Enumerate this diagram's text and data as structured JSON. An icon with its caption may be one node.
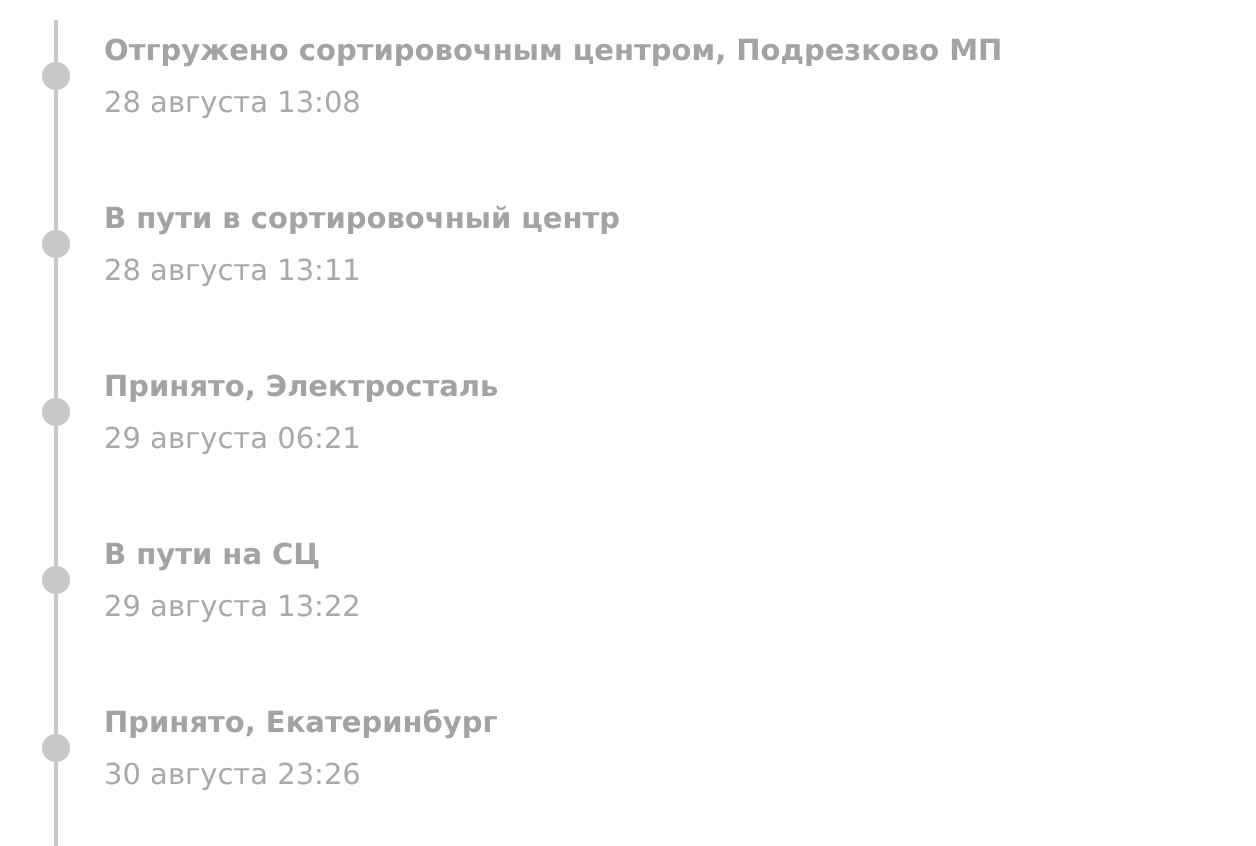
{
  "diagram": {
    "nodes": [
      {
        "text": [],
        "shape": "circle",
        "beside": [
          "Отгружено сортировочным центром, Подрезково МП",
          "28 августа 13:08"
        ]
      },
      {
        "text": [],
        "shape": "circle",
        "beside": [
          "В пути в сортировочный центр",
          "28 августа 13:11"
        ]
      },
      {
        "text": [],
        "shape": "circle",
        "beside": [
          "Принято, Электросталь",
          "29 августа 06:21"
        ]
      },
      {
        "text": [],
        "shape": "circle",
        "beside": [
          "В пути на СЦ",
          "29 августа 13:22"
        ]
      },
      {
        "text": [],
        "shape": "circle",
        "beside": [
          "Принято, Екатеринбург",
          "30 августа 23:26"
        ]
      }
    ],
    "edges": [
      {
        "from": null,
        "to": 0,
        "arrow": "none"
      },
      {
        "from": 0,
        "to": 1,
        "arrow": "none"
      },
      {
        "from": 1,
        "to": 2,
        "arrow": "none"
      },
      {
        "from": 2,
        "to": 3,
        "arrow": "none"
      },
      {
        "from": 3,
        "to": 4,
        "arrow": "none"
      },
      {
        "from": 4,
        "to": null,
        "arrow": "none"
      }
    ]
  }
}
